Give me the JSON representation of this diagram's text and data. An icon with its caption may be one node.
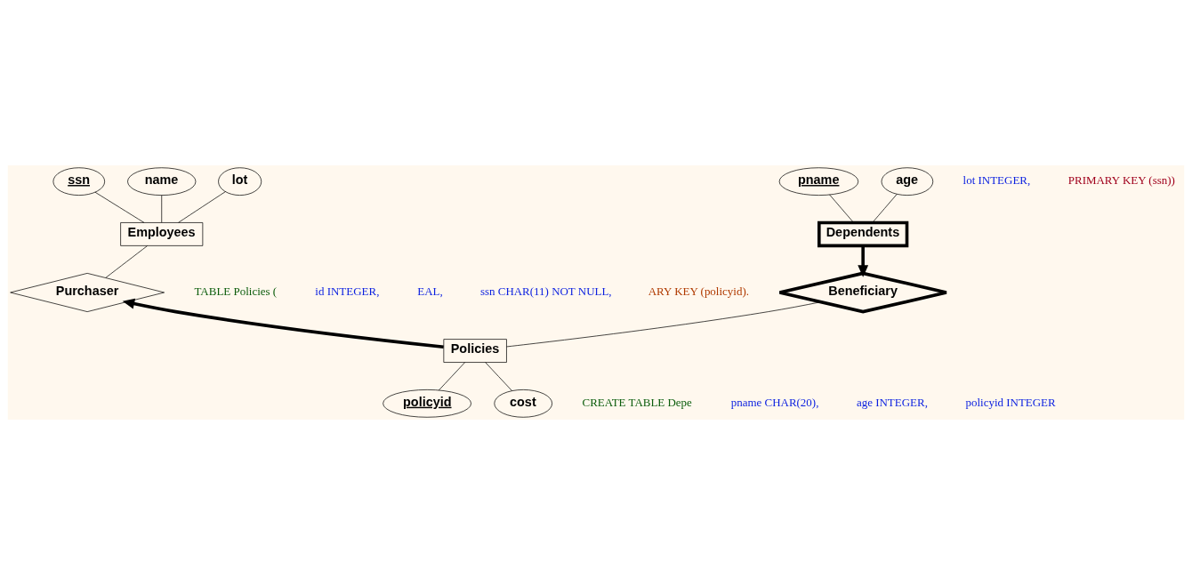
{
  "diagram": {
    "nodes": [
      {
        "text": [
          "ssn"
        ]
      },
      {
        "text": [
          "name"
        ]
      },
      {
        "text": [
          "lot"
        ]
      },
      {
        "text": [
          "Employees"
        ]
      },
      {
        "text": [
          "Purchaser"
        ]
      },
      {
        "text": [
          "pname"
        ]
      },
      {
        "text": [
          "age"
        ]
      },
      {
        "text": [
          "Dependents"
        ]
      },
      {
        "text": [
          "Beneficiary"
        ]
      },
      {
        "text": [
          "Policies"
        ]
      },
      {
        "text": [
          "policyid"
        ]
      },
      {
        "text": [
          "cost"
        ]
      }
    ],
    "edges": [
      {
        "from": 0,
        "to": 3,
        "arrow": "none"
      },
      {
        "from": 1,
        "to": 3,
        "arrow": "none"
      },
      {
        "from": 2,
        "to": 3,
        "arrow": "none"
      },
      {
        "from": 3,
        "to": 4,
        "arrow": "none"
      },
      {
        "from": 9,
        "to": 4,
        "arrow": "to",
        "style": "thick"
      },
      {
        "from": 5,
        "to": 7,
        "arrow": "none"
      },
      {
        "from": 6,
        "to": 7,
        "arrow": "none"
      },
      {
        "from": 7,
        "to": 8,
        "arrow": "to",
        "style": "thick"
      },
      {
        "from": 8,
        "to": 9,
        "arrow": "none"
      },
      {
        "from": 9,
        "to": 10,
        "arrow": "none"
      },
      {
        "from": 9,
        "to": 11,
        "arrow": "none"
      }
    ],
    "labels": [
      "lot INTEGER,",
      "PRIMARY KEY (ssn))",
      "TABLE Policies (",
      "id INTEGER,",
      "EAL,",
      "ssn CHAR(11) NOT NULL,",
      "ARY KEY (policyid).",
      "CREATE TABLE Depe",
      "pname CHAR(20),",
      "age INTEGER,",
      "policyid INTEGER"
    ]
  }
}
